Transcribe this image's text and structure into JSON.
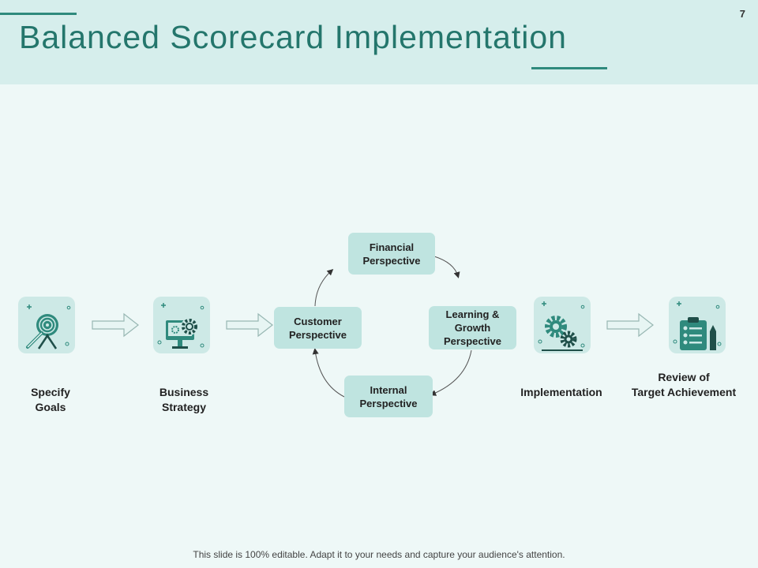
{
  "slide": {
    "title": "Balanced Scorecard Implementation",
    "page_number": "7",
    "footer": "This slide is 100% editable. Adapt it to your needs and capture your audience's attention."
  },
  "steps": [
    {
      "line1": "Specify",
      "line2": "Goals",
      "icon": "target-icon"
    },
    {
      "line1": "Business",
      "line2": "Strategy",
      "icon": "monitor-gear-icon"
    },
    {
      "line1": "Implementation",
      "line2": "",
      "icon": "gears-icon"
    },
    {
      "line1": "Review of",
      "line2": "Target Achievement",
      "icon": "clipboard-checklist-icon"
    }
  ],
  "cycle": {
    "financial": {
      "line1": "Financial",
      "line2": "Perspective",
      "line3": ""
    },
    "learning": {
      "line1": "Learning &",
      "line2": "Growth",
      "line3": "Perspective"
    },
    "internal": {
      "line1": "Internal",
      "line2": "Perspective",
      "line3": ""
    },
    "customer": {
      "line1": "Customer",
      "line2": "Perspective",
      "line3": ""
    }
  },
  "colors": {
    "accent": "#24766c",
    "header_bg": "#d6eeec",
    "tile_bg": "#cde9e6",
    "box_bg": "#bfe4e0",
    "page_bg": "#eef8f7"
  }
}
